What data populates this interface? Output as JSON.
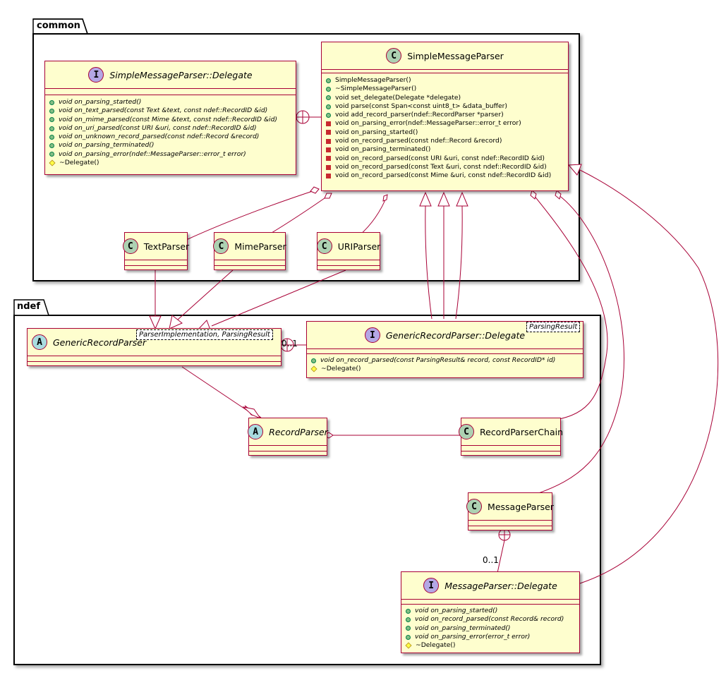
{
  "packages": {
    "common": {
      "name": "common"
    },
    "ndef": {
      "name": "ndef"
    }
  },
  "classes": {
    "smp": {
      "name": "SimpleMessageParser",
      "stereotype": "C",
      "members": [
        {
          "vis": "public",
          "text": "SimpleMessageParser()"
        },
        {
          "vis": "public",
          "text": "~SimpleMessageParser()"
        },
        {
          "vis": "public",
          "text": "void set_delegate(Delegate *delegate)"
        },
        {
          "vis": "public",
          "text": "void parse(const Span<const uint8_t> &data_buffer)"
        },
        {
          "vis": "public",
          "text": "void add_record_parser(ndef::RecordParser *parser)"
        },
        {
          "vis": "private",
          "text": "void on_parsing_error(ndef::MessageParser::error_t error)"
        },
        {
          "vis": "private",
          "text": "void on_parsing_started()"
        },
        {
          "vis": "private",
          "text": "void on_record_parsed(const ndef::Record &record)"
        },
        {
          "vis": "private",
          "text": "void on_parsing_terminated()"
        },
        {
          "vis": "private",
          "text": "void on_record_parsed(const URI &uri, const ndef::RecordID &id)"
        },
        {
          "vis": "private",
          "text": "void on_record_parsed(const Text &uri, const ndef::RecordID &id)"
        },
        {
          "vis": "private",
          "text": "void on_record_parsed(const Mime &uri, const ndef::RecordID &id)"
        }
      ]
    },
    "smpd": {
      "name": "SimpleMessageParser::Delegate",
      "stereotype": "I",
      "members": [
        {
          "vis": "public",
          "text": "void on_parsing_started()",
          "italic": true
        },
        {
          "vis": "public",
          "text": "void on_text_parsed(const Text &text, const ndef::RecordID &id)",
          "italic": true
        },
        {
          "vis": "public",
          "text": "void on_mime_parsed(const Mime &text, const ndef::RecordID &id)",
          "italic": true
        },
        {
          "vis": "public",
          "text": "void on_uri_parsed(const URI &uri, const ndef::RecordID &id)",
          "italic": true
        },
        {
          "vis": "public",
          "text": "void on_unknown_record_parsed(const ndef::Record &record)",
          "italic": true
        },
        {
          "vis": "public",
          "text": "void on_parsing_terminated()",
          "italic": true
        },
        {
          "vis": "public",
          "text": "void on_parsing_error(ndef::MessageParser::error_t error)",
          "italic": true
        },
        {
          "vis": "protected",
          "text": "~Delegate()"
        }
      ]
    },
    "text": {
      "name": "TextParser",
      "stereotype": "C"
    },
    "mime": {
      "name": "MimeParser",
      "stereotype": "C"
    },
    "uri": {
      "name": "URIParser",
      "stereotype": "C"
    },
    "grp": {
      "name": "GenericRecordParser",
      "stereotype": "A",
      "template": "ParserImplementation, ParsingResult"
    },
    "grpd": {
      "name": "GenericRecordParser::Delegate",
      "stereotype": "I",
      "template": "ParsingResult",
      "members": [
        {
          "vis": "public",
          "text": "void on_record_parsed(const ParsingResult& record, const RecordID* id)",
          "italic": true
        },
        {
          "vis": "protected",
          "text": "~Delegate()"
        }
      ]
    },
    "rp": {
      "name": "RecordParser",
      "stereotype": "A"
    },
    "rpc": {
      "name": "RecordParserChain",
      "stereotype": "C"
    },
    "mp": {
      "name": "MessageParser",
      "stereotype": "C"
    },
    "mpd": {
      "name": "MessageParser::Delegate",
      "stereotype": "I",
      "members": [
        {
          "vis": "public",
          "text": "void on_parsing_started()",
          "italic": true
        },
        {
          "vis": "public",
          "text": "void on_record_parsed(const Record& record)",
          "italic": true
        },
        {
          "vis": "public",
          "text": "void on_parsing_terminated()",
          "italic": true
        },
        {
          "vis": "public",
          "text": "void on_parsing_error(error_t error)",
          "italic": true
        },
        {
          "vis": "protected",
          "text": "~Delegate()"
        }
      ]
    }
  },
  "multiplicities": {
    "grpd_nest": "0..1",
    "mpd_nest": "0..1"
  },
  "colors": {
    "class_fill": "#FEFECE",
    "border": "#A80036",
    "class_icon": "#ADD1B2",
    "interface_icon": "#B4A7E5",
    "abstract_icon": "#A9DCDF"
  }
}
